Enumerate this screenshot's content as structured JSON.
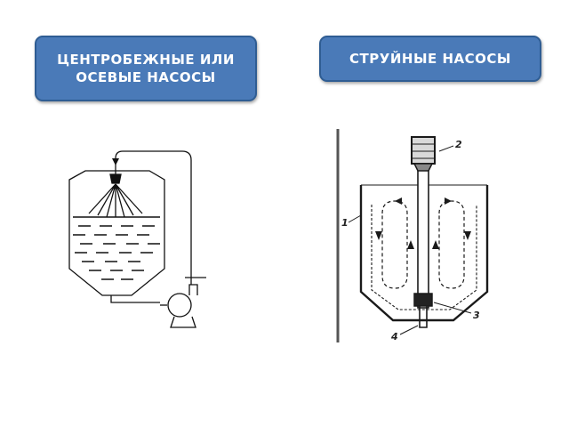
{
  "labels": {
    "centrifugal": "ЦЕНТРОБЕЖНЫЕ ИЛИ\nОСЕВЫЕ НАСОСЫ",
    "jet": "СТРУЙНЫЕ НАСОСЫ"
  },
  "diagram_right_callouts": {
    "motor": "2",
    "tank": "1",
    "impeller": "3",
    "outlet": "4"
  },
  "colors": {
    "box_fill": "#4a7ab8",
    "box_border": "#2f5d93",
    "box_text": "#ffffff"
  },
  "icons": {
    "left_diagram": "tank-with-centrifugal-pump-icon",
    "right_diagram": "tank-with-jet-mixer-icon"
  }
}
